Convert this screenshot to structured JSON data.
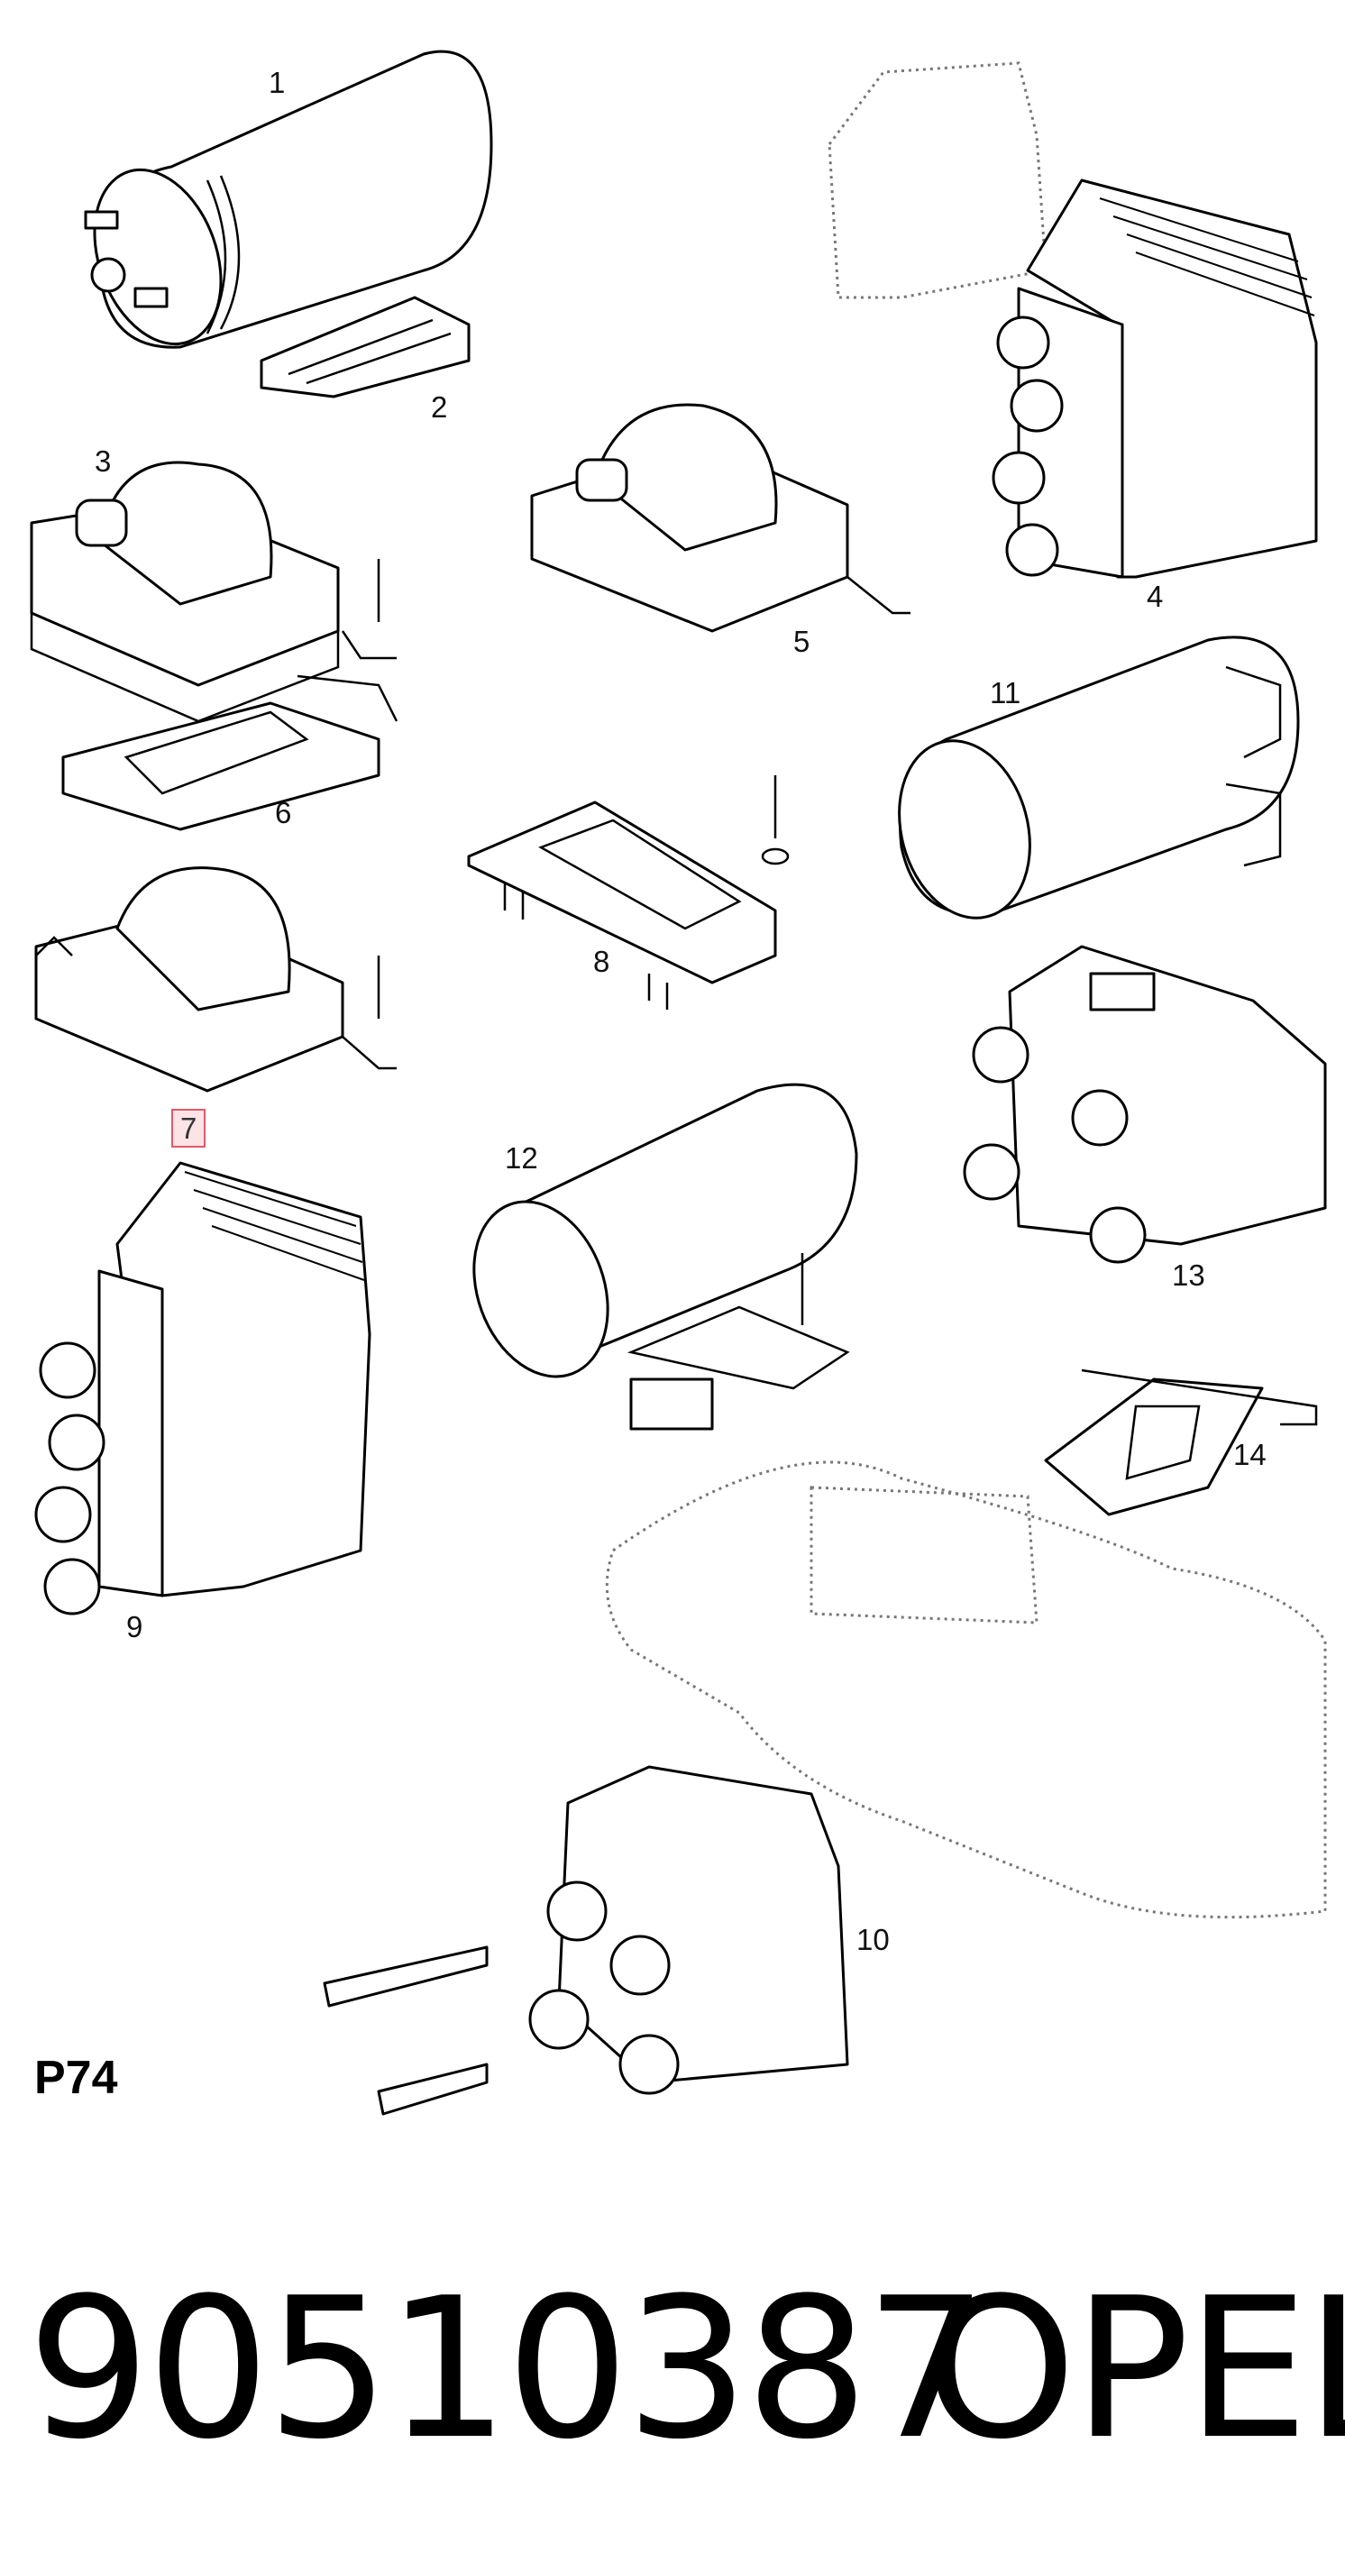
{
  "diagram": {
    "callouts": [
      {
        "id": "1",
        "label": "1"
      },
      {
        "id": "2",
        "label": "2"
      },
      {
        "id": "3",
        "label": "3"
      },
      {
        "id": "4",
        "label": "4"
      },
      {
        "id": "5",
        "label": "5"
      },
      {
        "id": "6",
        "label": "6"
      },
      {
        "id": "7",
        "label": "7",
        "highlighted": true
      },
      {
        "id": "8",
        "label": "8"
      },
      {
        "id": "9",
        "label": "9"
      },
      {
        "id": "10",
        "label": "10"
      },
      {
        "id": "11",
        "label": "11"
      },
      {
        "id": "12",
        "label": "12"
      },
      {
        "id": "13",
        "label": "13"
      },
      {
        "id": "14",
        "label": "14"
      }
    ],
    "page_code": "P74",
    "part_number": "90510387",
    "brand": "OPEL",
    "colors": {
      "line": "#000000",
      "dotted": "#777777",
      "highlight_border": "#e05a6a",
      "highlight_fill": "#fbe3e6"
    }
  }
}
